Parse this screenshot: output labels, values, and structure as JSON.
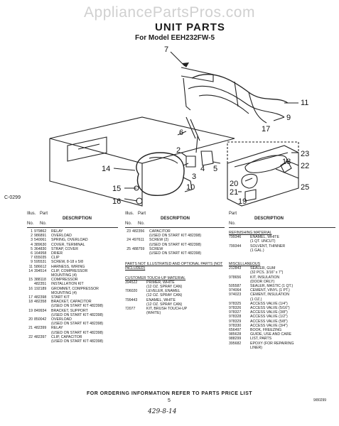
{
  "watermark": "AppliancePartsPros.com",
  "header": {
    "title": "UNIT PARTS",
    "subtitle": "For Model EEH232FW-5"
  },
  "diagram_code": "C-0299",
  "callouts": [
    "7",
    "11",
    "9",
    "17",
    "23",
    "18",
    "22",
    "6",
    "14",
    "2",
    "4",
    "5",
    "3",
    "10",
    "20",
    "21",
    "19",
    "25",
    "15",
    "16"
  ],
  "columns": {
    "illus_label": "Illus.",
    "no_label": "No.",
    "part_label": "Part",
    "desc_label": "DESCRIPTION"
  },
  "col1_rows": [
    {
      "no": "1",
      "pn": "979862",
      "desc": "RELAY"
    },
    {
      "no": "2",
      "pn": "986891",
      "desc": "OVERLOAD"
    },
    {
      "no": "3",
      "pn": "540061",
      "desc": "SPRING, OVERLOAD"
    },
    {
      "no": "4",
      "pn": "389630",
      "desc": "COVER, TERMINAL"
    },
    {
      "no": "5",
      "pn": "364830",
      "desc": "STRAP, COVER"
    },
    {
      "no": "6",
      "pn": "164958",
      "desc": "DRIER"
    },
    {
      "no": "7",
      "pn": "655035",
      "desc": "CLIP"
    },
    {
      "no": "9",
      "pn": "595531",
      "desc": "SCREW, 8-18 x 5/8"
    },
    {
      "no": "11",
      "pn": "586612",
      "desc": "HARNESS, WIRING"
    },
    {
      "no": "14",
      "pn": "394514",
      "desc": "CLIP, COMPRESSOR"
    },
    {
      "no": "",
      "pn": "",
      "desc": "MOUNTING (4)"
    },
    {
      "no": "15",
      "pn": "388118",
      "desc": "COMPRESSOR"
    },
    {
      "no": "",
      "pn": "482351",
      "desc": "INSTALLATION KIT"
    },
    {
      "no": "16",
      "pn": "192189",
      "desc": "GROMMET, COMPRESSOR"
    },
    {
      "no": "",
      "pn": "",
      "desc": "MOUNTING (4)"
    },
    {
      "no": "17",
      "pn": "482398",
      "desc": "START KIT"
    },
    {
      "no": "18",
      "pn": "482358",
      "desc": "BRACKET, CAPACITOR"
    },
    {
      "no": "",
      "pn": "",
      "desc": "(USED ON START KIT 482398)"
    },
    {
      "no": "19",
      "pn": "849934",
      "desc": "BRACKET, SUPPORT"
    },
    {
      "no": "",
      "pn": "",
      "desc": "(USED ON START KIT 482398)"
    },
    {
      "no": "20",
      "pn": "850042",
      "desc": "OVERLOAD"
    },
    {
      "no": "",
      "pn": "",
      "desc": "(USED ON START KIT 482398)"
    },
    {
      "no": "21",
      "pn": "482399",
      "desc": "RELAY"
    },
    {
      "no": "",
      "pn": "",
      "desc": "(USED ON START KIT 482398)"
    },
    {
      "no": "22",
      "pn": "482397",
      "desc": "CLIP, CAPACITOR"
    },
    {
      "no": "",
      "pn": "",
      "desc": "(USED ON START KIT 482398)"
    }
  ],
  "col2_rows": [
    {
      "no": "23",
      "pn": "482356",
      "desc": "CAPACITOR"
    },
    {
      "no": "",
      "pn": "",
      "desc": "(USED ON START KIT 482398)"
    },
    {
      "no": "24",
      "pn": "497611",
      "desc": "SCREW (2)"
    },
    {
      "no": "",
      "pn": "",
      "desc": "(USED ON START KIT 482398)"
    },
    {
      "no": "25",
      "pn": "488759",
      "desc": "SCREW"
    },
    {
      "no": "",
      "pn": "",
      "desc": "(USED ON START KIT 482398)"
    }
  ],
  "col2_note": "PARTS NOT ILLUSTRATED AND OPTIONAL PARTS (NOT INCLUDED)",
  "col2_touchup_title": "CUSTOMER TOUCH-UP MATERIAL",
  "col2_touchup": [
    {
      "pn": "394522",
      "desc": "PRIMER, WHITE"
    },
    {
      "pn": "",
      "desc": "(12 OZ. SPRAY CAN)"
    },
    {
      "pn": "706020",
      "desc": "LEVELER, ENAMEL"
    },
    {
      "pn": "",
      "desc": "(12 OZ. SPRAY CAN)"
    },
    {
      "pn": "799443",
      "desc": "ENAMEL, WHITE"
    },
    {
      "pn": "",
      "desc": "(12 OZ. SPRAY CAN)"
    },
    {
      "pn": "72077",
      "desc": "KIT, BRUSH TOUCH-UP"
    },
    {
      "pn": "",
      "desc": "(WHITE)"
    }
  ],
  "col3_refinish_title": "REFINISHING MATERIAL",
  "col3_refinish": [
    {
      "pn": "799346",
      "desc": "ENAMEL, WHITE"
    },
    {
      "pn": "",
      "desc": "(1 QT. UNCUT)"
    },
    {
      "pn": "799344",
      "desc": "SOLVENT, THINNER"
    },
    {
      "pn": "",
      "desc": "(1 GAL.)"
    }
  ],
  "col3_misc_title": "MISCELLANEOUS",
  "col3_misc": [
    {
      "pn": "212843",
      "desc": "SEALER, GUM"
    },
    {
      "pn": "",
      "desc": "(32 PCS. 3/16\" x 7\")"
    },
    {
      "pn": "978656",
      "desc": "KIT, INSULATION"
    },
    {
      "pn": "",
      "desc": "(DOOR ORLY)"
    },
    {
      "pn": "505587",
      "desc": "SEALER, MASTIC (1 QT.)"
    },
    {
      "pn": "974064",
      "desc": "CEMENT, VINYL (1 PT.)"
    },
    {
      "pn": "974023",
      "desc": "CEMENT, INSULATION"
    },
    {
      "pn": "",
      "desc": "(1 OZ.)"
    },
    {
      "pn": "978325",
      "desc": "ACCESS VALVE (1/4\")"
    },
    {
      "pn": "978326",
      "desc": "ACCESS VALVE (5/16\")"
    },
    {
      "pn": "978327",
      "desc": "ACCESS VALVE (3/8\")"
    },
    {
      "pn": "978328",
      "desc": "ACCESS VALVE (1/2\")"
    },
    {
      "pn": "978329",
      "desc": "ACCESS VALVE (5/8\")"
    },
    {
      "pn": "978330",
      "desc": "ACCESS VALVE (3/4\")"
    },
    {
      "pn": "656497",
      "desc": "BOOK, FREEZING"
    },
    {
      "pn": "985628",
      "desc": "GUIDE, USE AND CARE"
    },
    {
      "pn": "988299",
      "desc": "LIST, PARTS"
    },
    {
      "pn": "395682",
      "desc": "EPOXY (FOR REPAIRING"
    },
    {
      "pn": "",
      "desc": "LINER)"
    }
  ],
  "footer": {
    "note": "FOR ORDERING INFORMATION REFER TO PARTS PRICE LIST",
    "page": "5",
    "handwritten": "429-8-14",
    "doc_code": "9/80299"
  }
}
